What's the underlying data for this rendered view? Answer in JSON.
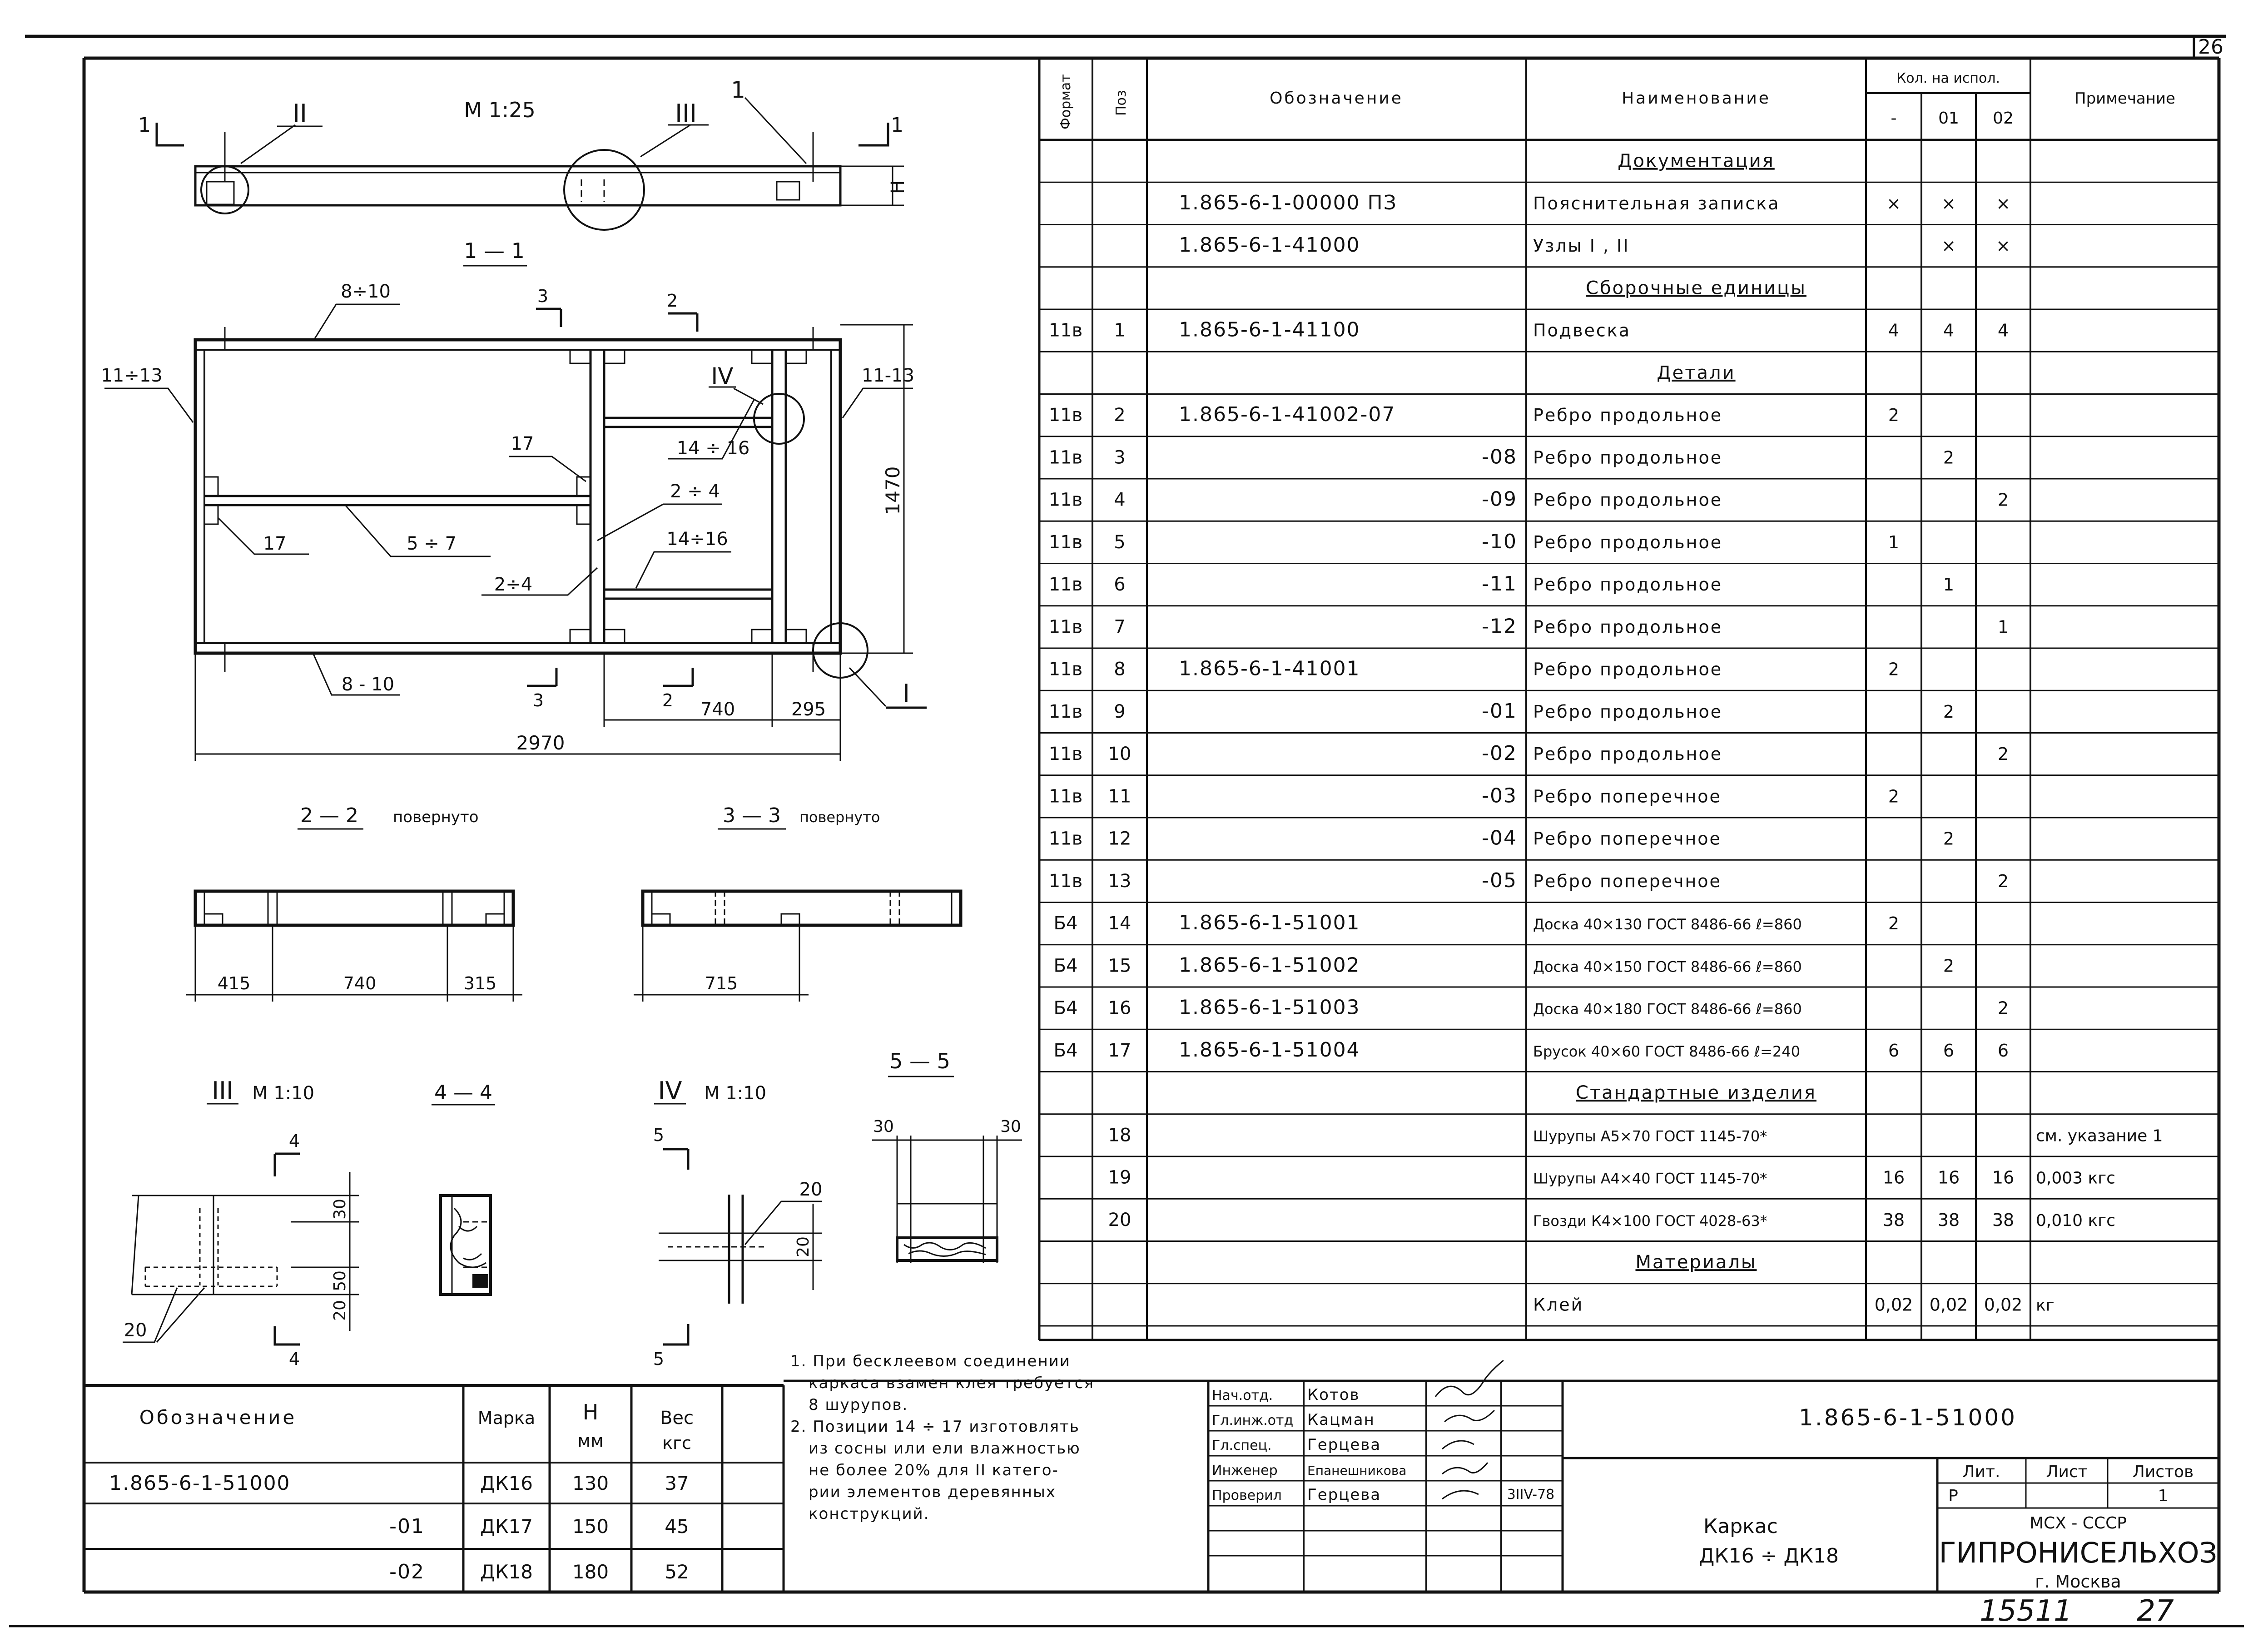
{
  "sheet": {
    "sheet_corner_number": "26",
    "drawing_code": "1.865-6-1-51000",
    "object_title": "Каркас",
    "object_marks": "ДК16 ÷ ДК18",
    "organization_line1": "МСХ - СССР",
    "organization_name": "ГИПРОНИСЕЛЬХОЗ",
    "organization_city": "г. Москва",
    "archive_number": "15511",
    "archive_sheet": "27"
  },
  "title_block": {
    "lit_label": "Лит.",
    "sheet_label": "Лист",
    "sheets_label": "Листов",
    "lit_value": "Р",
    "sheets_value": "1",
    "date_mark": "3IIV-78",
    "staff": [
      {
        "role": "Нач.отд.",
        "name": "Котов"
      },
      {
        "role": "Гл.инж.отд",
        "name": "Кацман"
      },
      {
        "role": "Гл.спец.",
        "name": "Герцева"
      },
      {
        "role": "Инженер",
        "name": "Епанешникова"
      },
      {
        "role": "Проверил",
        "name": "Герцева"
      }
    ]
  },
  "spec": {
    "headers": {
      "format": "Формат",
      "pos": "Поз",
      "designation": "Обозначение",
      "name": "Наименование",
      "qty_group": "Кол. на испол.",
      "qty_cols": [
        "-",
        "01",
        "02"
      ],
      "note": "Примечание"
    },
    "rows": [
      {
        "type": "section",
        "name": "Документация"
      },
      {
        "fmt": "",
        "pos": "",
        "designation": "1.865-6-1-00000 ПЗ",
        "name": "Пояснительная записка",
        "q0": "×",
        "q1": "×",
        "q2": "×",
        "note": ""
      },
      {
        "fmt": "",
        "pos": "",
        "designation": "1.865-6-1-41000",
        "name": "Узлы I , II",
        "q0": "",
        "q1": "×",
        "q2": "×",
        "note": ""
      },
      {
        "type": "section",
        "name": "Сборочные единицы"
      },
      {
        "fmt": "11в",
        "pos": "1",
        "designation": "1.865-6-1-41100",
        "name": "Подвеска",
        "q0": "4",
        "q1": "4",
        "q2": "4",
        "note": ""
      },
      {
        "type": "section",
        "name": "Детали"
      },
      {
        "fmt": "11в",
        "pos": "2",
        "designation": "1.865-6-1-41002-07",
        "name": "Ребро продольное",
        "q0": "2",
        "q1": "",
        "q2": "",
        "note": ""
      },
      {
        "fmt": "11в",
        "pos": "3",
        "designation": "-08",
        "name": "Ребро продольное",
        "q0": "",
        "q1": "2",
        "q2": "",
        "note": ""
      },
      {
        "fmt": "11в",
        "pos": "4",
        "designation": "-09",
        "name": "Ребро продольное",
        "q0": "",
        "q1": "",
        "q2": "2",
        "note": ""
      },
      {
        "fmt": "11в",
        "pos": "5",
        "designation": "-10",
        "name": "Ребро продольное",
        "q0": "1",
        "q1": "",
        "q2": "",
        "note": ""
      },
      {
        "fmt": "11в",
        "pos": "6",
        "designation": "-11",
        "name": "Ребро продольное",
        "q0": "",
        "q1": "1",
        "q2": "",
        "note": ""
      },
      {
        "fmt": "11в",
        "pos": "7",
        "designation": "-12",
        "name": "Ребро продольное",
        "q0": "",
        "q1": "",
        "q2": "1",
        "note": ""
      },
      {
        "fmt": "11в",
        "pos": "8",
        "designation": "1.865-6-1-41001",
        "name": "Ребро продольное",
        "q0": "2",
        "q1": "",
        "q2": "",
        "note": ""
      },
      {
        "fmt": "11в",
        "pos": "9",
        "designation": "-01",
        "name": "Ребро продольное",
        "q0": "",
        "q1": "2",
        "q2": "",
        "note": ""
      },
      {
        "fmt": "11в",
        "pos": "10",
        "designation": "-02",
        "name": "Ребро продольное",
        "q0": "",
        "q1": "",
        "q2": "2",
        "note": ""
      },
      {
        "fmt": "11в",
        "pos": "11",
        "designation": "-03",
        "name": "Ребро поперечное",
        "q0": "2",
        "q1": "",
        "q2": "",
        "note": ""
      },
      {
        "fmt": "11в",
        "pos": "12",
        "designation": "-04",
        "name": "Ребро поперечное",
        "q0": "",
        "q1": "2",
        "q2": "",
        "note": ""
      },
      {
        "fmt": "11в",
        "pos": "13",
        "designation": "-05",
        "name": "Ребро поперечное",
        "q0": "",
        "q1": "",
        "q2": "2",
        "note": ""
      },
      {
        "fmt": "Б4",
        "pos": "14",
        "designation": "1.865-6-1-51001",
        "name": "Доска 40×130 ГОСТ 8486-66 ℓ=860",
        "q0": "2",
        "q1": "",
        "q2": "",
        "note": ""
      },
      {
        "fmt": "Б4",
        "pos": "15",
        "designation": "1.865-6-1-51002",
        "name": "Доска 40×150 ГОСТ 8486-66 ℓ=860",
        "q0": "",
        "q1": "2",
        "q2": "",
        "note": ""
      },
      {
        "fmt": "Б4",
        "pos": "16",
        "designation": "1.865-6-1-51003",
        "name": "Доска 40×180 ГОСТ 8486-66 ℓ=860",
        "q0": "",
        "q1": "",
        "q2": "2",
        "note": ""
      },
      {
        "fmt": "Б4",
        "pos": "17",
        "designation": "1.865-6-1-51004",
        "name": "Брусок 40×60 ГОСТ 8486-66 ℓ=240",
        "q0": "6",
        "q1": "6",
        "q2": "6",
        "note": ""
      },
      {
        "type": "section",
        "name": "Стандартные изделия"
      },
      {
        "fmt": "",
        "pos": "18",
        "designation": "",
        "name": "Шурупы А5×70 ГОСТ 1145-70*",
        "q0": "",
        "q1": "",
        "q2": "",
        "note": "см. указание 1"
      },
      {
        "fmt": "",
        "pos": "19",
        "designation": "",
        "name": "Шурупы А4×40 ГОСТ 1145-70*",
        "q0": "16",
        "q1": "16",
        "q2": "16",
        "note": "0,003 кгс"
      },
      {
        "fmt": "",
        "pos": "20",
        "designation": "",
        "name": "Гвозди К4×100 ГОСТ 4028-63*",
        "q0": "38",
        "q1": "38",
        "q2": "38",
        "note": "0,010 кгс"
      },
      {
        "type": "section",
        "name": "Материалы"
      },
      {
        "fmt": "",
        "pos": "",
        "designation": "",
        "name": "Клей",
        "q0": "0,02",
        "q1": "0,02",
        "q2": "0,02",
        "note": "кг"
      }
    ]
  },
  "variants": {
    "headers": {
      "designation": "Обозначение",
      "mark": "Марка",
      "h": "Н",
      "h_unit": "мм",
      "weight": "Вес",
      "weight_unit": "кгс"
    },
    "rows": [
      {
        "designation": "1.865-6-1-51000",
        "mark": "ДК16",
        "h": "130",
        "weight": "37"
      },
      {
        "designation": "-01",
        "mark": "ДК17",
        "h": "150",
        "weight": "45"
      },
      {
        "designation": "-02",
        "mark": "ДК18",
        "h": "180",
        "weight": "52"
      }
    ]
  },
  "notes": [
    "1. При бесклеевом соединении",
    "каркаса взамен клея требуется",
    "8 шурупов.",
    "2. Позиции 14 ÷ 17 изготовлять",
    "из сосны или ели влажностью",
    "не более 20% для II катего-",
    "рии элементов деревянных",
    "конструкций."
  ],
  "drawing_labels": {
    "scale_main": "М 1:25",
    "section_1_1": "1 — 1",
    "section_2_2": "2 — 2",
    "section_2_2_note": "повернуто",
    "section_3_3": "3 — 3",
    "section_3_3_note": "повернуто",
    "node_III": "III",
    "node_III_scale": "М 1:10",
    "section_4_4": "4 — 4",
    "node_IV": "IV",
    "node_IV_scale": "М 1:10",
    "section_5_5": "5 — 5",
    "pos_I": "I",
    "pos_II": "II",
    "pos_III": "III",
    "pos_IV": "IV",
    "pos_1": "1",
    "cut_1": "1",
    "cut_2": "2",
    "cut_3": "3",
    "cut_4": "4",
    "cut_5": "5",
    "pos_8_10_top": "8÷10",
    "pos_8_10_bottom": "8 - 10",
    "pos_11_13_left": "11÷13",
    "pos_11_13_right": "11-13",
    "pos_17_a": "17",
    "pos_17_b": "17",
    "pos_14_16_a": "14 ÷ 16",
    "pos_14_16_b": "14÷16",
    "pos_2_4_a": "2 ÷ 4",
    "pos_2_4_b": "2÷4",
    "pos_5_7": "5 ÷ 7",
    "pos_20_a": "20",
    "pos_20_b": "20",
    "dim_H": "Н",
    "dim_1470": "1470",
    "dim_2970": "2970",
    "dim_740": "740",
    "dim_295": "295",
    "dim_415": "415",
    "dim_740_b": "740",
    "dim_315": "315",
    "dim_715": "715",
    "dim_30_a": "30",
    "dim_30_b": "30",
    "dim_30_c": "30",
    "dim_20_a": "20",
    "dim_20_b": "20",
    "dim_50": "50"
  }
}
